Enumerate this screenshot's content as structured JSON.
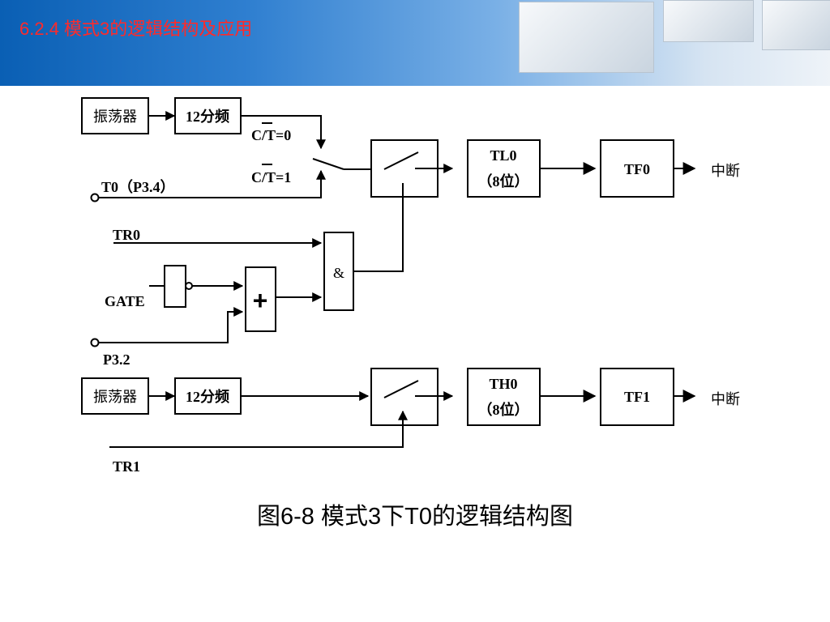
{
  "header": {
    "title": "6.2.4  模式3的逻辑结构及应用"
  },
  "diagram": {
    "oscillator_label": "振荡器",
    "divider_label": "12分频",
    "ct0_label": "C/T=0",
    "ct1_label": "C/T=1",
    "t0_pin_label": "T0（P3.4）",
    "tr0_label": "TR0",
    "gate_label": "GATE",
    "p32_label": "P3.2",
    "and_symbol": "&",
    "or_symbol": "+",
    "tl0_label": "TL0",
    "tl0_bits": "（8位）",
    "tf0_label": "TF0",
    "interrupt_label": "中断",
    "th0_label": "TH0",
    "th0_bits": "（8位）",
    "tf1_label": "TF1",
    "tr1_label": "TR1"
  },
  "caption": "图6-8  模式3下T0的逻辑结构图"
}
